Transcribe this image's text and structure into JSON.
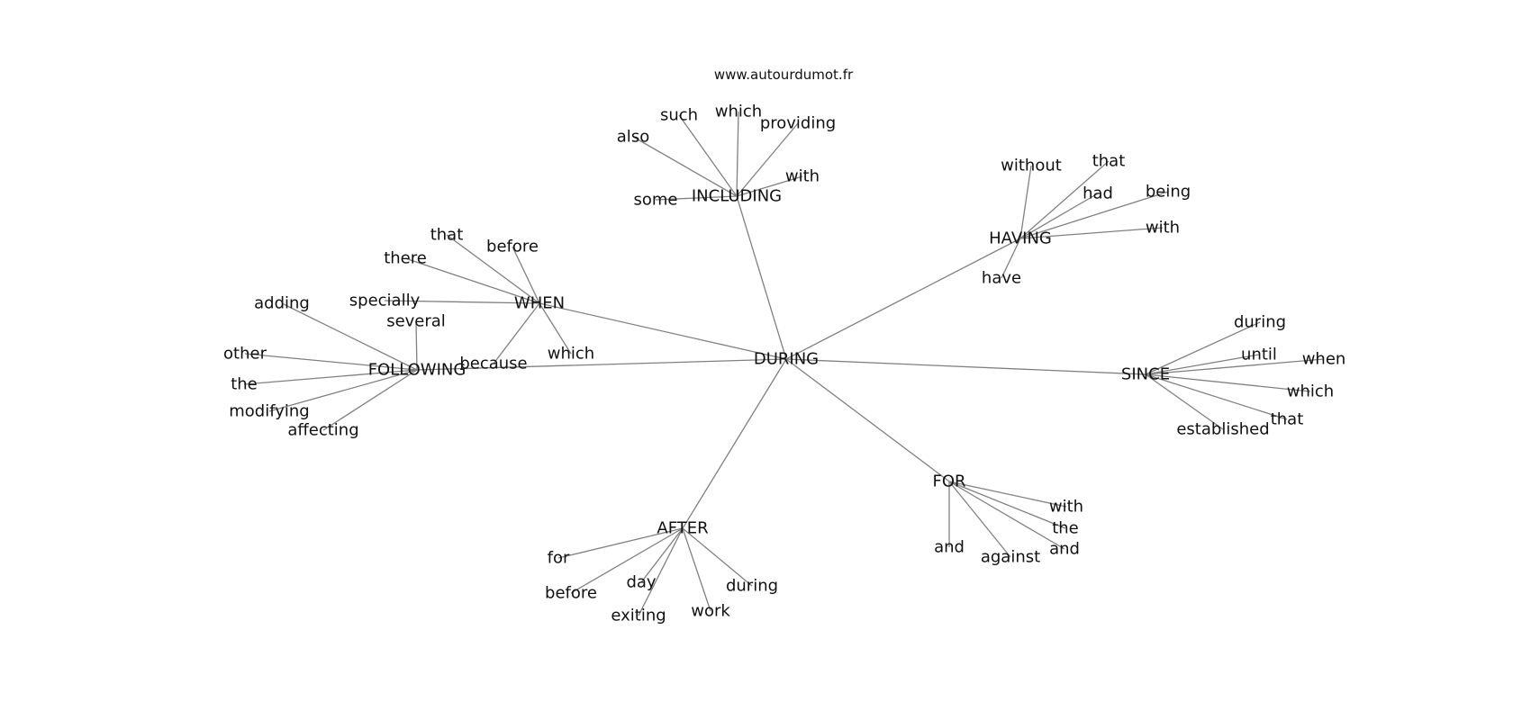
{
  "source": "www.autourdumot.fr",
  "graph": {
    "center": "DURING",
    "hubs": [
      {
        "word": "INCLUDING",
        "leaves": [
          "also",
          "such",
          "which",
          "providing",
          "with",
          "some"
        ]
      },
      {
        "word": "HAVING",
        "leaves": [
          "without",
          "that",
          "had",
          "being",
          "with",
          "have"
        ]
      },
      {
        "word": "WHEN",
        "leaves": [
          "that",
          "before",
          "there",
          "specially",
          "because",
          "which"
        ]
      },
      {
        "word": "FOLLOWING",
        "leaves": [
          "several",
          "adding",
          "other",
          "the",
          "modifying",
          "affecting"
        ]
      },
      {
        "word": "SINCE",
        "leaves": [
          "during",
          "until",
          "when",
          "which",
          "that",
          "established"
        ]
      },
      {
        "word": "FOR",
        "leaves": [
          "with",
          "the",
          "and",
          "and",
          "against"
        ]
      },
      {
        "word": "AFTER",
        "leaves": [
          "for",
          "before",
          "day",
          "exiting",
          "work",
          "during"
        ]
      }
    ]
  }
}
